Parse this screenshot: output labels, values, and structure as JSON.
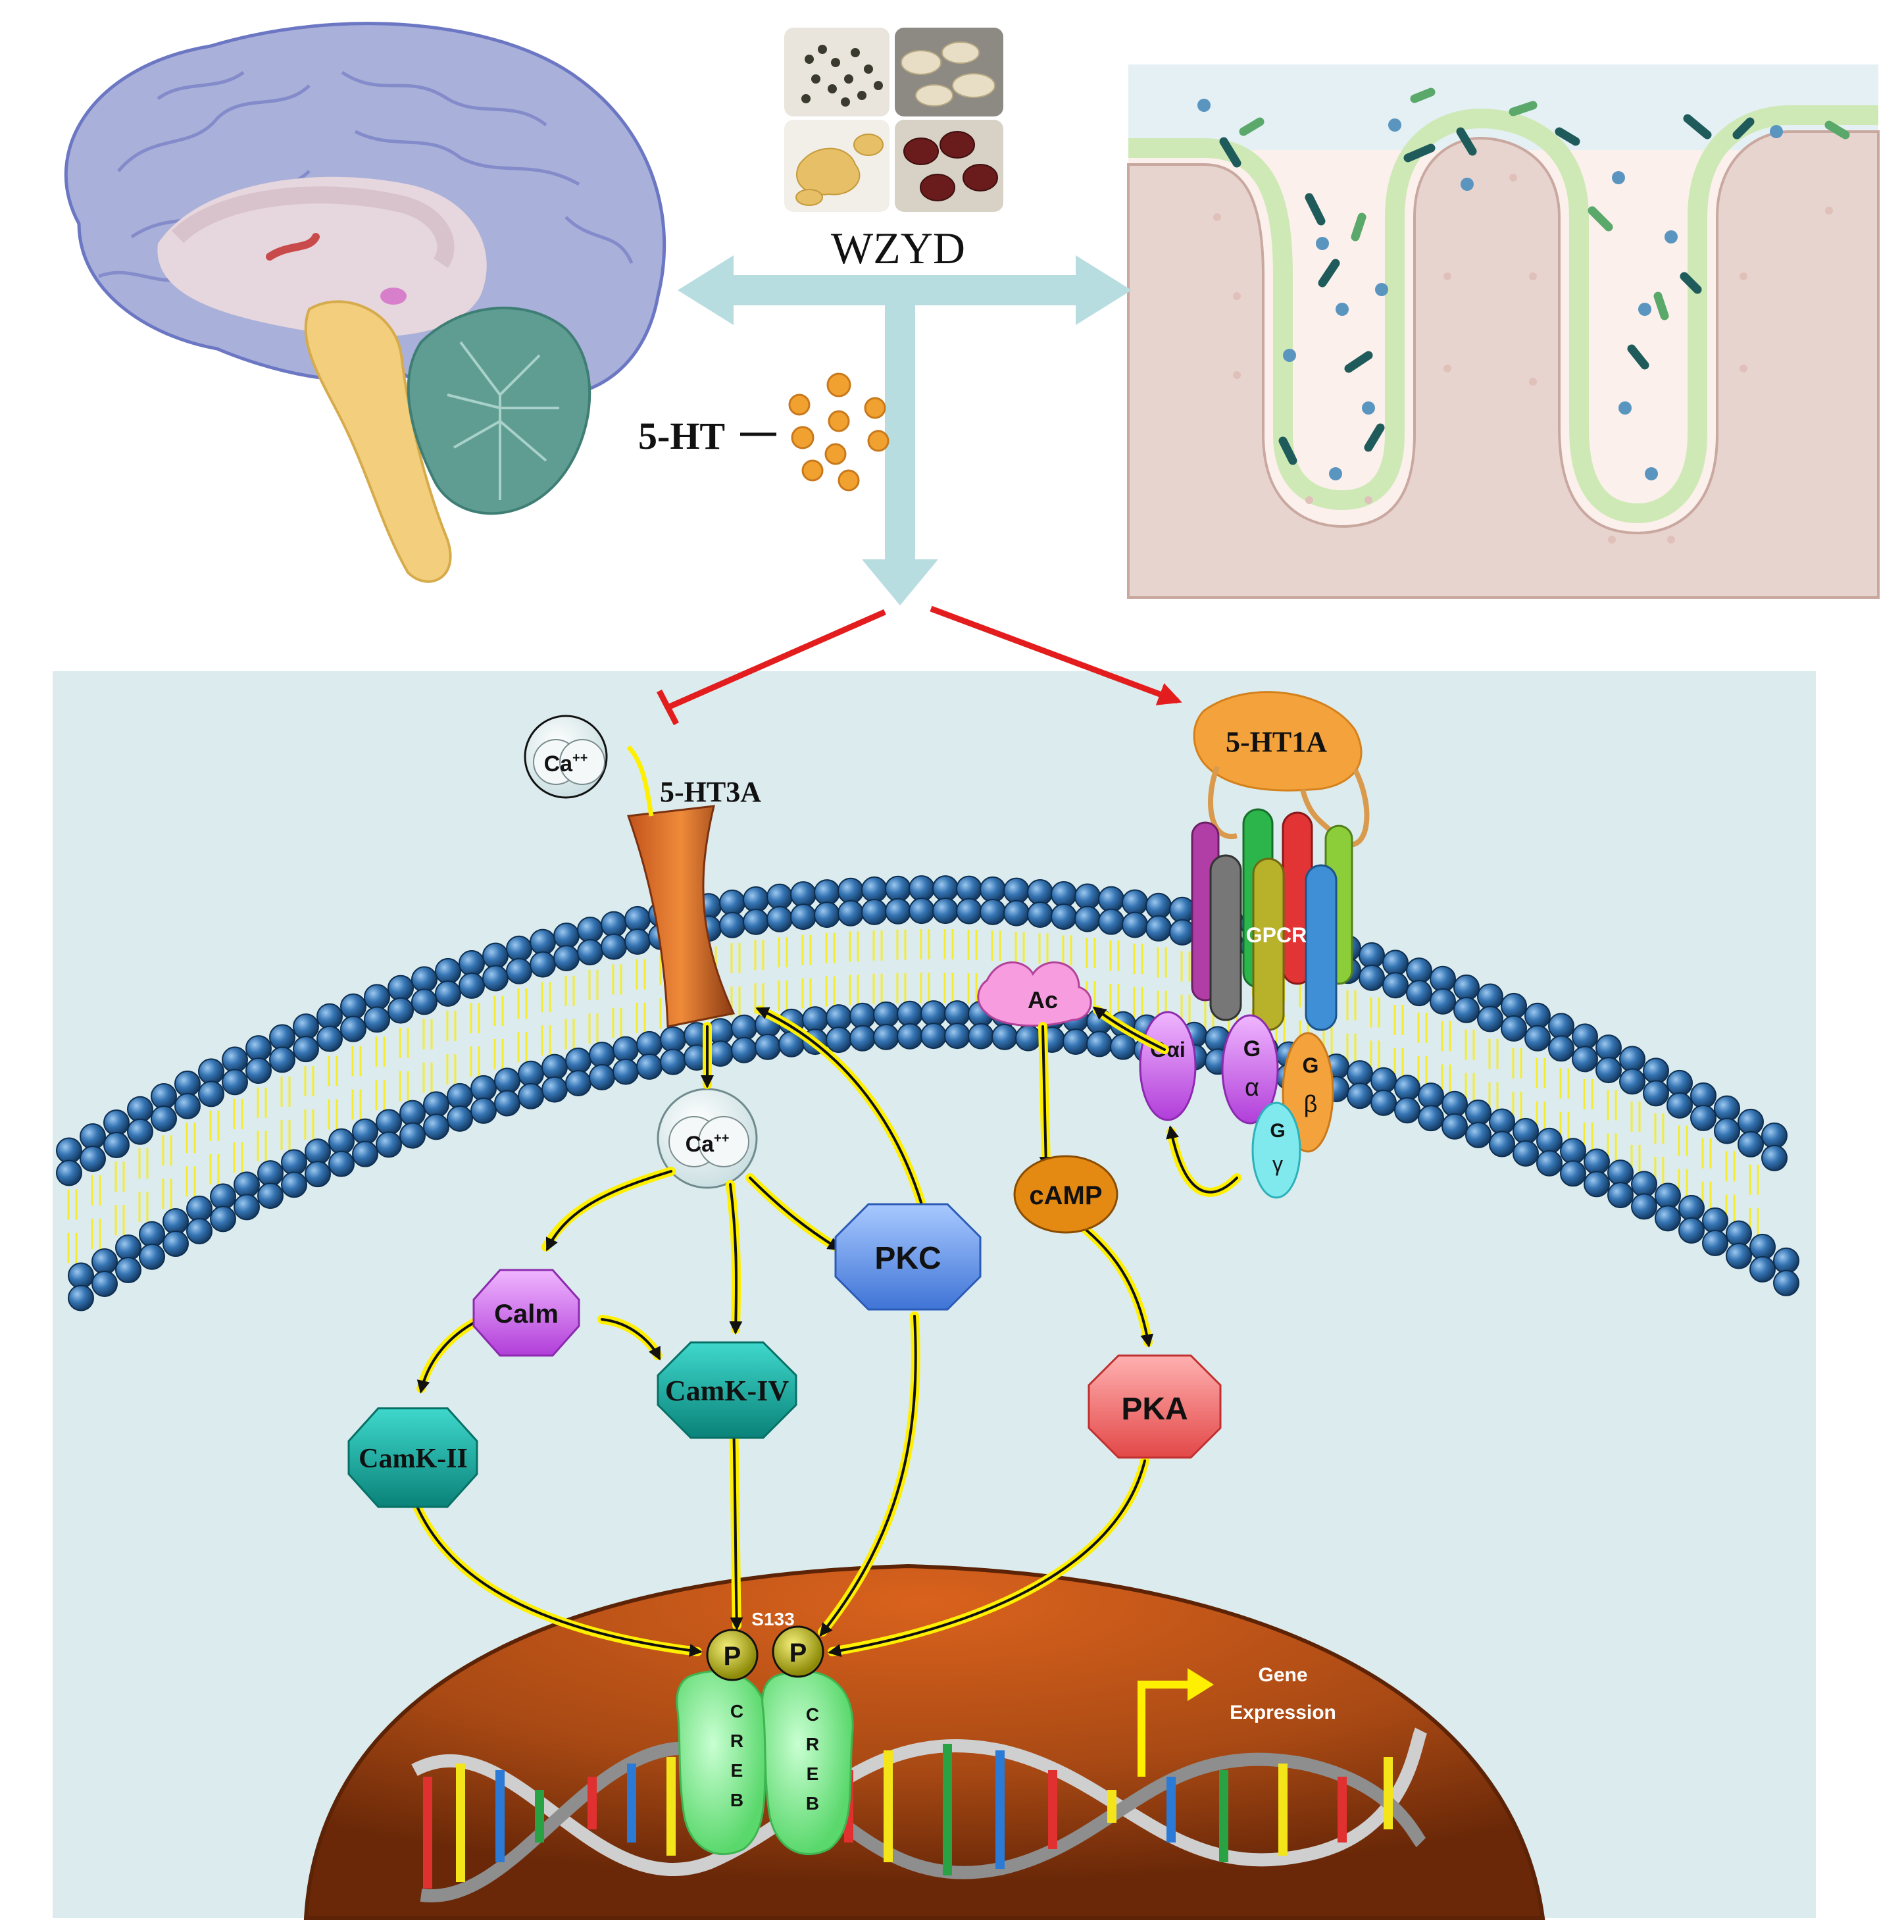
{
  "herb_title": "WZYD",
  "serotonin_label": "5-HT",
  "receptor_3a": "5-HT3A",
  "receptor_1a": "5-HT1A",
  "calcium_outer": "Ca",
  "calcium_inner": "Ca",
  "calcium_charge": "++",
  "gpcr": "GPCR",
  "adenylyl_cyclase": "Ac",
  "g_alpha_i": "Gαi",
  "g_alpha": [
    "G",
    "α"
  ],
  "g_beta": [
    "G",
    "β"
  ],
  "g_gamma": [
    "G",
    "γ"
  ],
  "camp": "cAMP",
  "pkc": "PKC",
  "pka": "PKA",
  "calm": "Calm",
  "camk_iv": "CamK-IV",
  "camk_ii": "CamK-II",
  "site": "S133",
  "phospho": "P",
  "creb": [
    "C",
    "R",
    "E",
    "B"
  ],
  "gene_expression": [
    "Gene",
    "Expression"
  ],
  "colors": {
    "panel_bg": "#dcecee",
    "arrow_blue": "#b8dde0",
    "inhibit_red": "#e31d1d",
    "signal_yellow": "#ffef00",
    "membrane_bead": "#2d6aa3",
    "brain_cortex": "#a9b0d9",
    "cerebellum": "#5f9d93",
    "brainstem": "#f3cf7d",
    "nucleus": "#a84914",
    "creb_green": "#7ee890",
    "camk_teal": "#12a89e",
    "pkc_blue": "#5b8fe6",
    "pka_red": "#f06767",
    "calm_purple": "#c25ae0",
    "camp_orange": "#e48a12"
  },
  "icons": [
    "brain-illustration",
    "herb-photos",
    "intestinal-villi",
    "serotonin-dots",
    "dna-helix"
  ]
}
